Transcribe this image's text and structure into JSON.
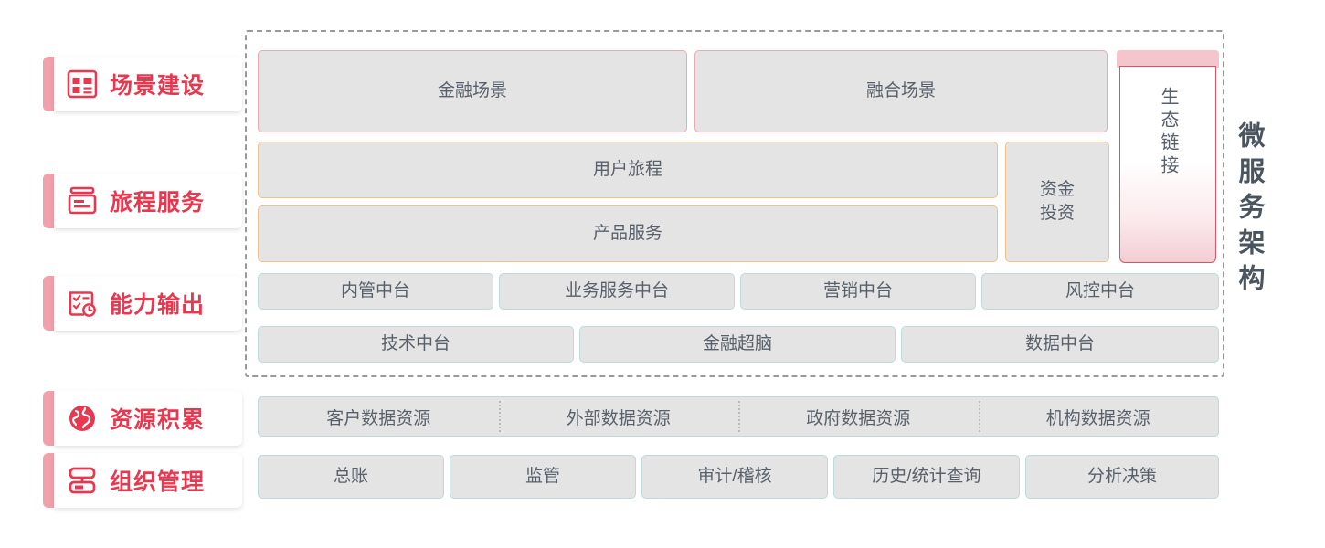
{
  "colors": {
    "accent_red": "#e8384f",
    "side_bar_pink": "#f2a0ab",
    "box_fill": "#e4e4e4",
    "box_text": "#58616b",
    "border_pink": "#eda8b2",
    "border_orange": "#f2c08a",
    "border_teal": "#bddbdd",
    "eco_head_pink": "#f4c5cd",
    "eco_border_red": "#e05262",
    "dashed_gray": "#9a9a9a",
    "micro_title": "#4a5560"
  },
  "sidebar": {
    "items": [
      {
        "label": "场景建设",
        "icon": "dashboard-layout-icon"
      },
      {
        "label": "旅程服务",
        "icon": "card-journey-icon"
      },
      {
        "label": "能力输出",
        "icon": "checklist-clock-icon"
      },
      {
        "label": "资源积累",
        "icon": "globe-icon"
      },
      {
        "label": "组织管理",
        "icon": "org-chart-icon"
      }
    ]
  },
  "main": {
    "scene_row": [
      {
        "label": "金融场景"
      },
      {
        "label": "融合场景"
      }
    ],
    "journey_rows": [
      {
        "label": "用户旅程"
      },
      {
        "label": "产品服务"
      }
    ],
    "fund_box": {
      "label": "资金\n投资",
      "line1": "资金",
      "line2": "投资"
    },
    "ecosystem": {
      "label": "生态链接"
    },
    "middle_platform_row1": [
      {
        "label": "内管中台"
      },
      {
        "label": "业务服务中台"
      },
      {
        "label": "营销中台"
      },
      {
        "label": "风控中台"
      }
    ],
    "middle_platform_row2": [
      {
        "label": "技术中台"
      },
      {
        "label": "金融超脑"
      },
      {
        "label": "数据中台"
      }
    ],
    "resources": [
      {
        "label": "客户数据资源"
      },
      {
        "label": "外部数据资源"
      },
      {
        "label": "政府数据资源"
      },
      {
        "label": "机构数据资源"
      }
    ],
    "organization": [
      {
        "label": "总账"
      },
      {
        "label": "监管"
      },
      {
        "label": "审计/稽核"
      },
      {
        "label": "历史/统计查询"
      },
      {
        "label": "分析决策"
      }
    ]
  },
  "right_title": {
    "label": "微服务架构"
  }
}
